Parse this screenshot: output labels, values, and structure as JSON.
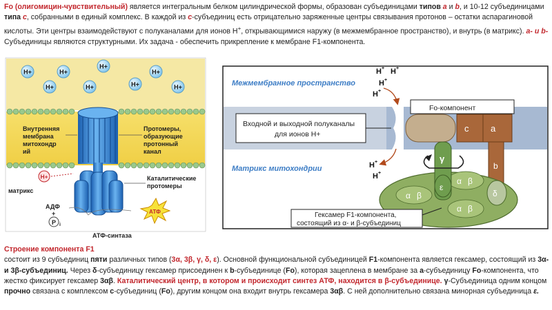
{
  "top_text": {
    "t1": "Fo (олигомицин-чувствительный)",
    "t2": " является интегральным белком цилиндрической формы, образован субъединицами ",
    "t3": "типов ",
    "t4": "a",
    "t5": " и ",
    "t6": "b",
    "t7": ", и 10-12 субъединицами ",
    "t8": "типа ",
    "t9": "c",
    "t10": ", собранными в единый комплекс.  В каждой из ",
    "t11": "с",
    "t12": "-субъединиц есть отрицательно заряженные центры связывания протонов – остатки аспарагиновой кислоты. Эти центры взаимодействуют с полуканалами для ионов H",
    "t13": "+",
    "t14": ", открывающимися наружу (в межмембранное пространство), и внутрь (в матрикс). ",
    "t15": "a- и b-",
    "t16": "Субъединицы являются структурными. Их задача - обеспечить прикрепление к мембране F1-компонента."
  },
  "left_diagram": {
    "h_label": "H+",
    "inner_membrane": "Внутренняя мембрана митохондрий",
    "protomers": "Протомеры, образующие протонный канал",
    "catalytic": "Каталитические протомеры",
    "matrix": "матрикс",
    "adp": "АДФ",
    "plus": "+",
    "pi": "P",
    "pi_sub": "i",
    "atp": "АТФ",
    "caption": "АТФ-синтаза"
  },
  "right_diagram": {
    "intermembrane": "Межмембранное пространство",
    "matrix": "Матрикс митохондрии",
    "half_channels_1": "Входной и выходной полуканалы",
    "half_channels_2": "для ионов H+",
    "fo_component": "Fo-компонент",
    "c": "c",
    "a": "a",
    "b": "b",
    "gamma": "γ",
    "epsilon": "ε",
    "alpha": "α",
    "beta": "β",
    "delta": "δ",
    "h": "H",
    "hexamer_1": "Гексамер F1-компонента,",
    "hexamer_2": "состоящий из α- и β-субъединиц"
  },
  "bottom_text": {
    "title": "Строение компонента F1",
    "p1": "состоит из 9 субъединиц ",
    "p2": "пяти",
    "p3": " различных типов (",
    "p4": "3α, 3β, γ, δ, ε",
    "p5": "). Основной функциональной субъединицей ",
    "p6": "F1",
    "p7": "-компонента является гексамер, состоящий из ",
    "p8": "3α- и 3β-субъединиц.",
    "p9": " Через ",
    "p10": "δ",
    "p11": "-субъединицу гексамер присоединен к ",
    "p12": "b",
    "p13": "-субъединице (",
    "p14": "Fo",
    "p15": "), которая зацеплена в мембране за ",
    "p16": "а",
    "p17": "-субъединицу ",
    "p18": "Fo",
    "p19": "-компонента, что жестко фиксирует гексамер ",
    "p20": "3αβ",
    "p21": ". ",
    "p22": "Каталитический центр, в котором и происходит синтез АТФ, находится в β-субъединице.",
    "p23": " ",
    "p24": "γ",
    "p25": "-Субъединица одним концом ",
    "p26": "прочно",
    "p27": " связана с комплексом ",
    "p28": "с",
    "p29": "-субъединиц (",
    "p30": "Fo",
    "p31": "), другим концом она входит внутрь гексамера ",
    "p32": "3αβ",
    "p33": ". С ней дополнительно связана минорная субъединица ",
    "p34": "ε."
  },
  "colors": {
    "accent_red": "#c2272d",
    "membrane_yellow": "#f7e06a",
    "lipid_head": "#9ac98c",
    "protein_blue": "#2d7fd6",
    "complex_green": "#8fae62",
    "subunit_brown": "#a9673a"
  }
}
